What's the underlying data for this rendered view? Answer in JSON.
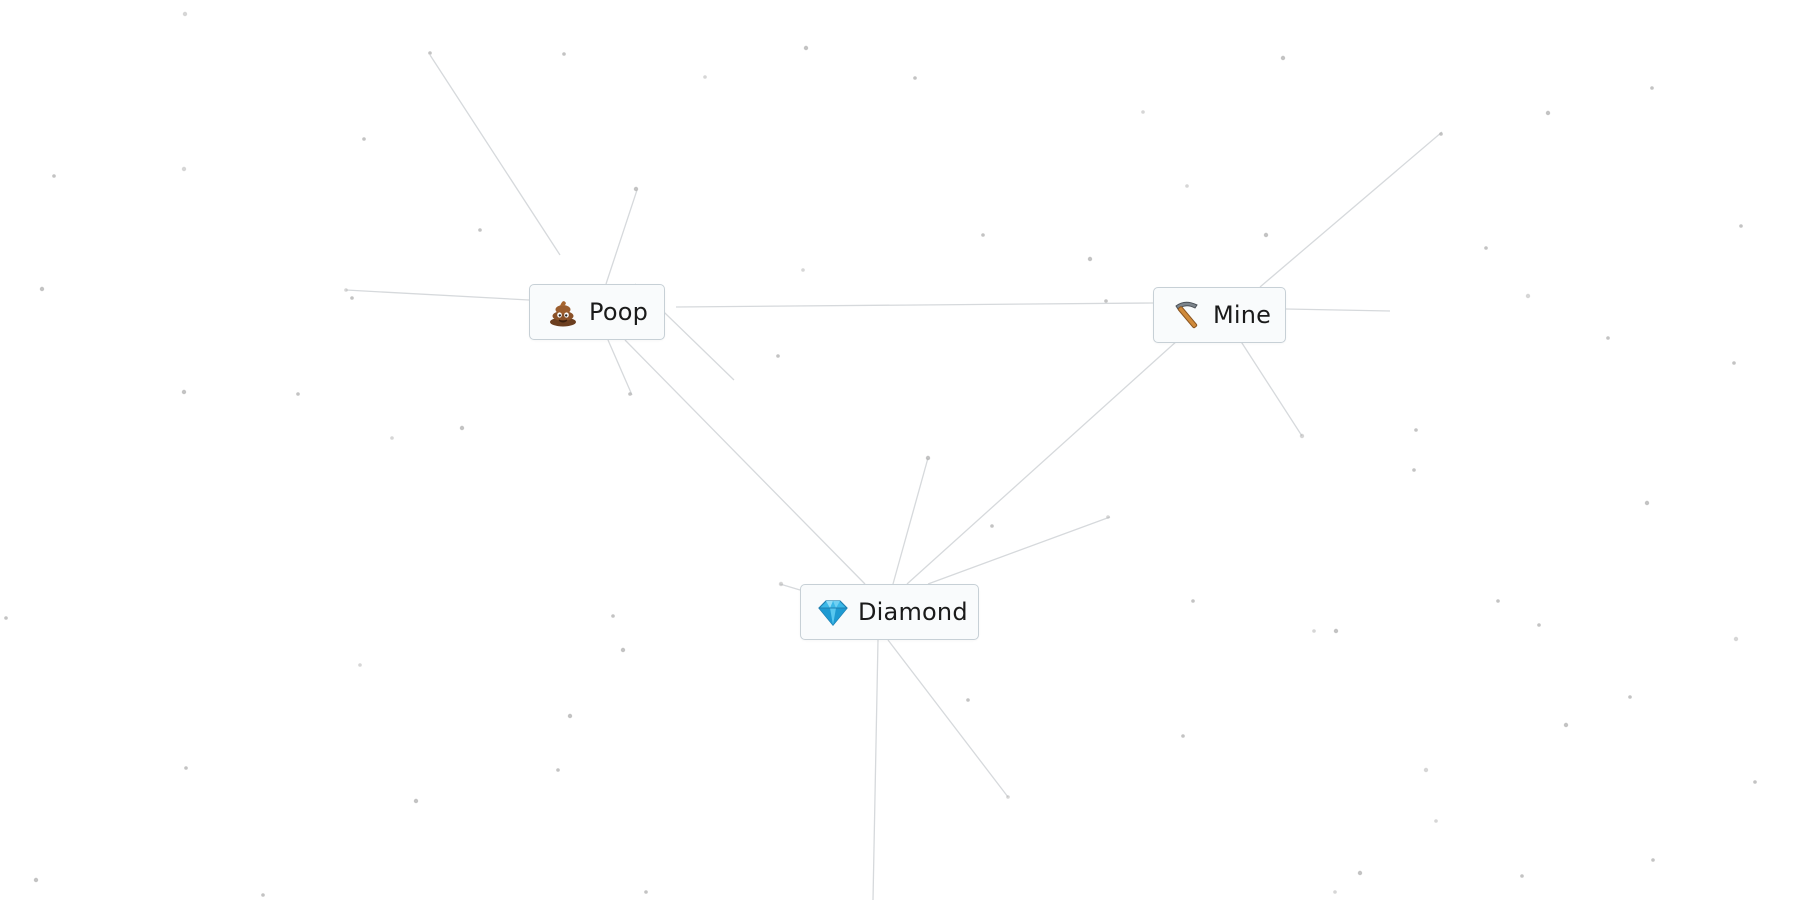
{
  "elements": [
    {
      "id": "poop",
      "label": "Poop",
      "icon": "poop-emoji-icon"
    },
    {
      "id": "mine",
      "label": "Mine",
      "icon": "pickaxe-icon"
    },
    {
      "id": "diamond",
      "label": "Diamond",
      "icon": "gem-icon"
    }
  ],
  "colors": {
    "background": "#ffffff",
    "tile_background": "#f9fbfc",
    "tile_border": "#c7d0d6",
    "tile_text": "#1a1a1a",
    "connector": "#d6d9dc",
    "star_dot": "#b4b4b4"
  }
}
